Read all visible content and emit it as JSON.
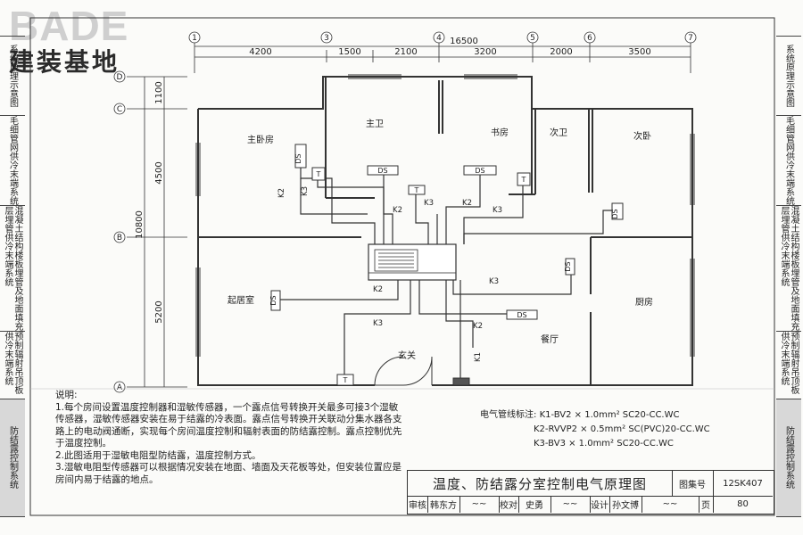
{
  "logo": {
    "en": "BADE",
    "cn": "建装基地"
  },
  "left_sidebar": [
    {
      "label": "系统原理示意图",
      "active": false
    },
    {
      "label": "毛细管网供冷末端系统",
      "active": false
    },
    {
      "label": "混凝土结构楼板埋管及地面填充层埋管供冷末端系统",
      "active": false
    },
    {
      "label": "预制辐射吊顶板供冷末端系统",
      "active": false
    },
    {
      "label": "防结露控制系统",
      "active": true
    }
  ],
  "right_sidebar": [
    {
      "label": "系统原理示意图",
      "active": false
    },
    {
      "label": "毛细管网供冷末端系统",
      "active": false
    },
    {
      "label": "混凝土结构楼板埋管及地面填充层埋管供冷末端系统",
      "active": false
    },
    {
      "label": "预制辐射吊顶板供冷末端系统",
      "active": false
    },
    {
      "label": "防结露控制系统",
      "active": true
    }
  ],
  "axes": {
    "columns": [
      "1",
      "3",
      "4",
      "5",
      "6",
      "7"
    ],
    "rows": [
      "D",
      "C",
      "B",
      "A"
    ],
    "total_width": "16500",
    "spans": [
      "4200",
      "1500",
      "2100",
      "3200",
      "2000",
      "3500"
    ],
    "total_depth": "10800",
    "row_spans": [
      "1100",
      "4500",
      "5200"
    ]
  },
  "rooms": {
    "master_bedroom": "主卧房",
    "master_bath": "主卫",
    "study": "书房",
    "second_bath": "次卫",
    "second_bedroom": "次卧",
    "living_room": "起居室",
    "kitchen": "厨房",
    "dining": "餐厅",
    "entrance": "玄关"
  },
  "symbols": {
    "ds": "DS",
    "t": "T",
    "k1": "K1",
    "k2": "K2",
    "k3": "K3"
  },
  "notes": {
    "heading": "说明:",
    "items": [
      "1.每个房间设置温度控制器和湿敏传感器，一个露点信号转换开关最多可接3个湿敏传感器，湿敏传感器安装在易于结露的冷表面。露点信号转换开关联动分集水器各支路上的电动阀通断，实现每个房间温度控制和辐射表面的防结露控制。露点控制优先于温度控制。",
      "2.此图适用于湿敏电阻型防结露，温度控制方式。",
      "3.湿敏电阻型传感器可以根据情况安装在地面、墙面及天花板等处，但安装位置应是房间内易于结露的地点。"
    ]
  },
  "legend": {
    "heading": "电气管线标注:",
    "lines": [
      "K1-BV2 × 1.0mm² SC20-CC.WC",
      "K2-RVVP2 × 0.5mm² SC(PVC)20-CC.WC",
      "K3-BV3 × 1.0mm² SC20-CC.WC"
    ]
  },
  "title_block": {
    "title": "温度、防结露分室控制电气原理图",
    "atlas_label": "图集号",
    "atlas_no": "12SK407",
    "review_label": "审核",
    "reviewer": "韩东方",
    "check_label": "校对",
    "checker": "史勇",
    "design_label": "设计",
    "designer": "孙文博",
    "page_label": "页",
    "page_no": "80"
  }
}
